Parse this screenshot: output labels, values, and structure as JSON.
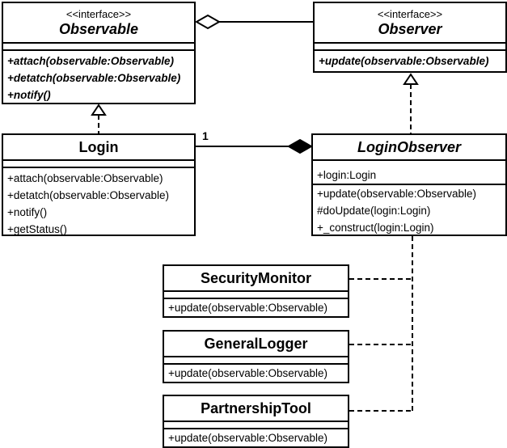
{
  "classes": {
    "observable": {
      "stereotype": "<<interface>>",
      "name": "Observable",
      "operations": [
        "+attach(observable:Observable)",
        "+detatch(observable:Observable)",
        "+notify()"
      ]
    },
    "observer": {
      "stereotype": "<<interface>>",
      "name": "Observer",
      "operations": [
        "+update(observable:Observable)"
      ]
    },
    "login": {
      "name": "Login",
      "operations": [
        "+attach(observable:Observable)",
        "+detatch(observable:Observable)",
        "+notify()",
        "+getStatus()"
      ]
    },
    "login_observer": {
      "name": "LoginObserver",
      "attributes": [
        "+login:Login"
      ],
      "operations": [
        "+update(observable:Observable)",
        "#doUpdate(login:Login)",
        "+_construct(login:Login)"
      ]
    },
    "security_monitor": {
      "name": "SecurityMonitor",
      "operations": [
        "+update(observable:Observable)"
      ]
    },
    "general_logger": {
      "name": "GeneralLogger",
      "operations": [
        "+update(observable:Observable)"
      ]
    },
    "partnership_tool": {
      "name": "PartnershipTool",
      "operations": [
        "+update(observable:Observable)"
      ]
    }
  },
  "relations": {
    "composition_multiplicity": "1"
  }
}
